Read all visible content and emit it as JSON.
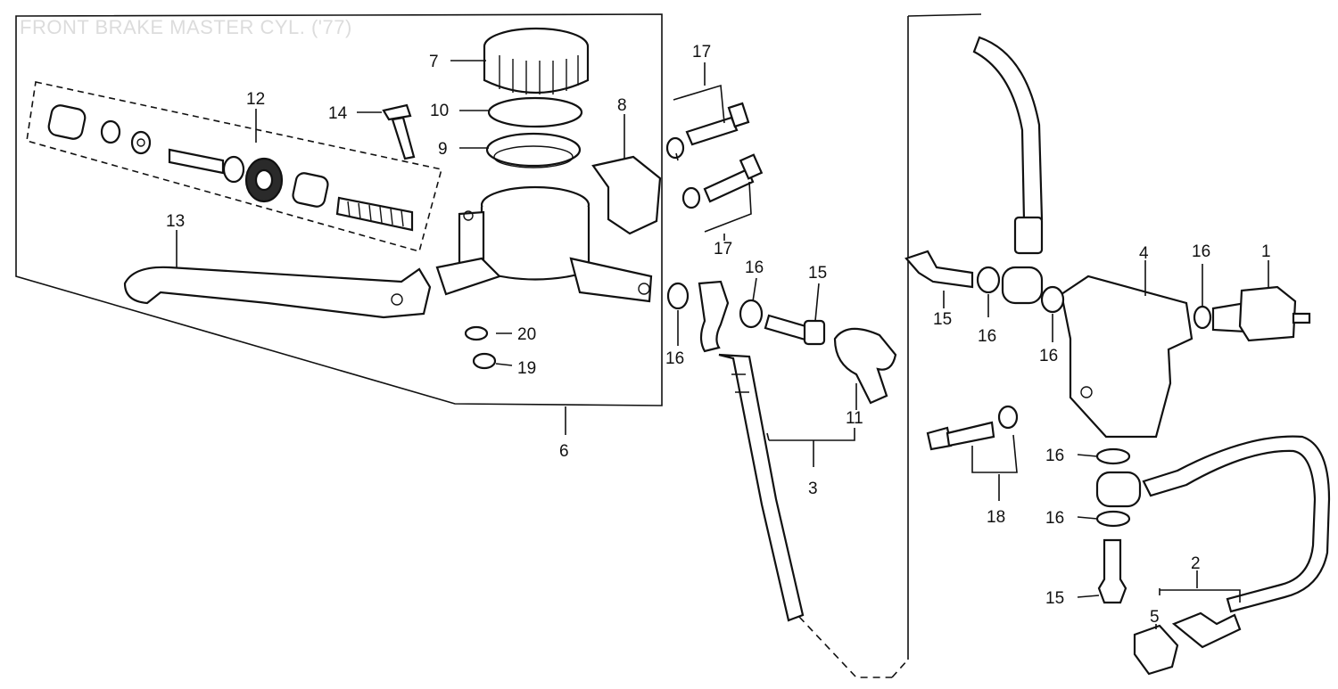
{
  "title": "FRONT BRAKE MASTER CYL. ('77)",
  "callouts": {
    "c1": "1",
    "c2": "2",
    "c3": "3",
    "c4": "4",
    "c5": "5",
    "c6": "6",
    "c7": "7",
    "c8": "8",
    "c9": "9",
    "c10": "10",
    "c11": "11",
    "c12": "12",
    "c13": "13",
    "c14": "14",
    "c15a": "15",
    "c15b": "15",
    "c15c": "15",
    "c16a": "16",
    "c16b": "16",
    "c16c": "16",
    "c16d": "16",
    "c16e": "16",
    "c16f": "16",
    "c16g": "16",
    "c17a": "17",
    "c17b": "17",
    "c18": "18",
    "c19": "19",
    "c20": "20"
  }
}
